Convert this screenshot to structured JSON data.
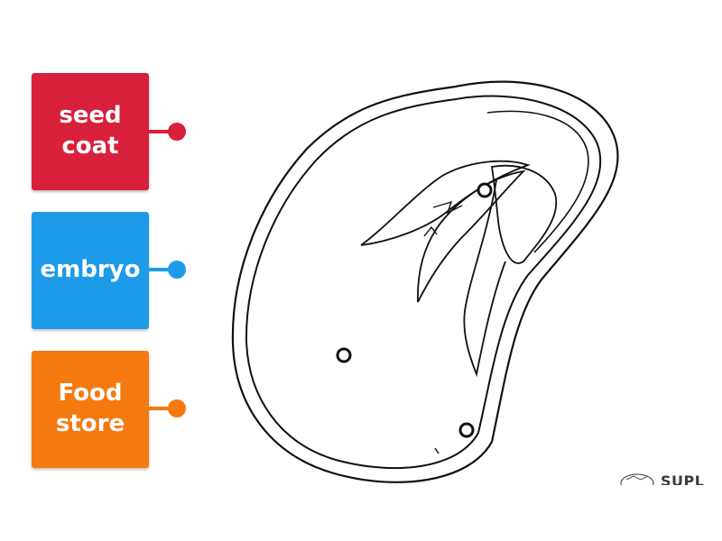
{
  "labels": [
    {
      "text": "seed coat",
      "color": "#d8203a"
    },
    {
      "text": "embryo",
      "color": "#1e9be8"
    },
    {
      "text": "Food store",
      "color": "#f47a10"
    }
  ],
  "diagram": {
    "subject": "bean-seed-cross-section",
    "targets": 3
  },
  "watermark": {
    "text": "SUPL"
  }
}
